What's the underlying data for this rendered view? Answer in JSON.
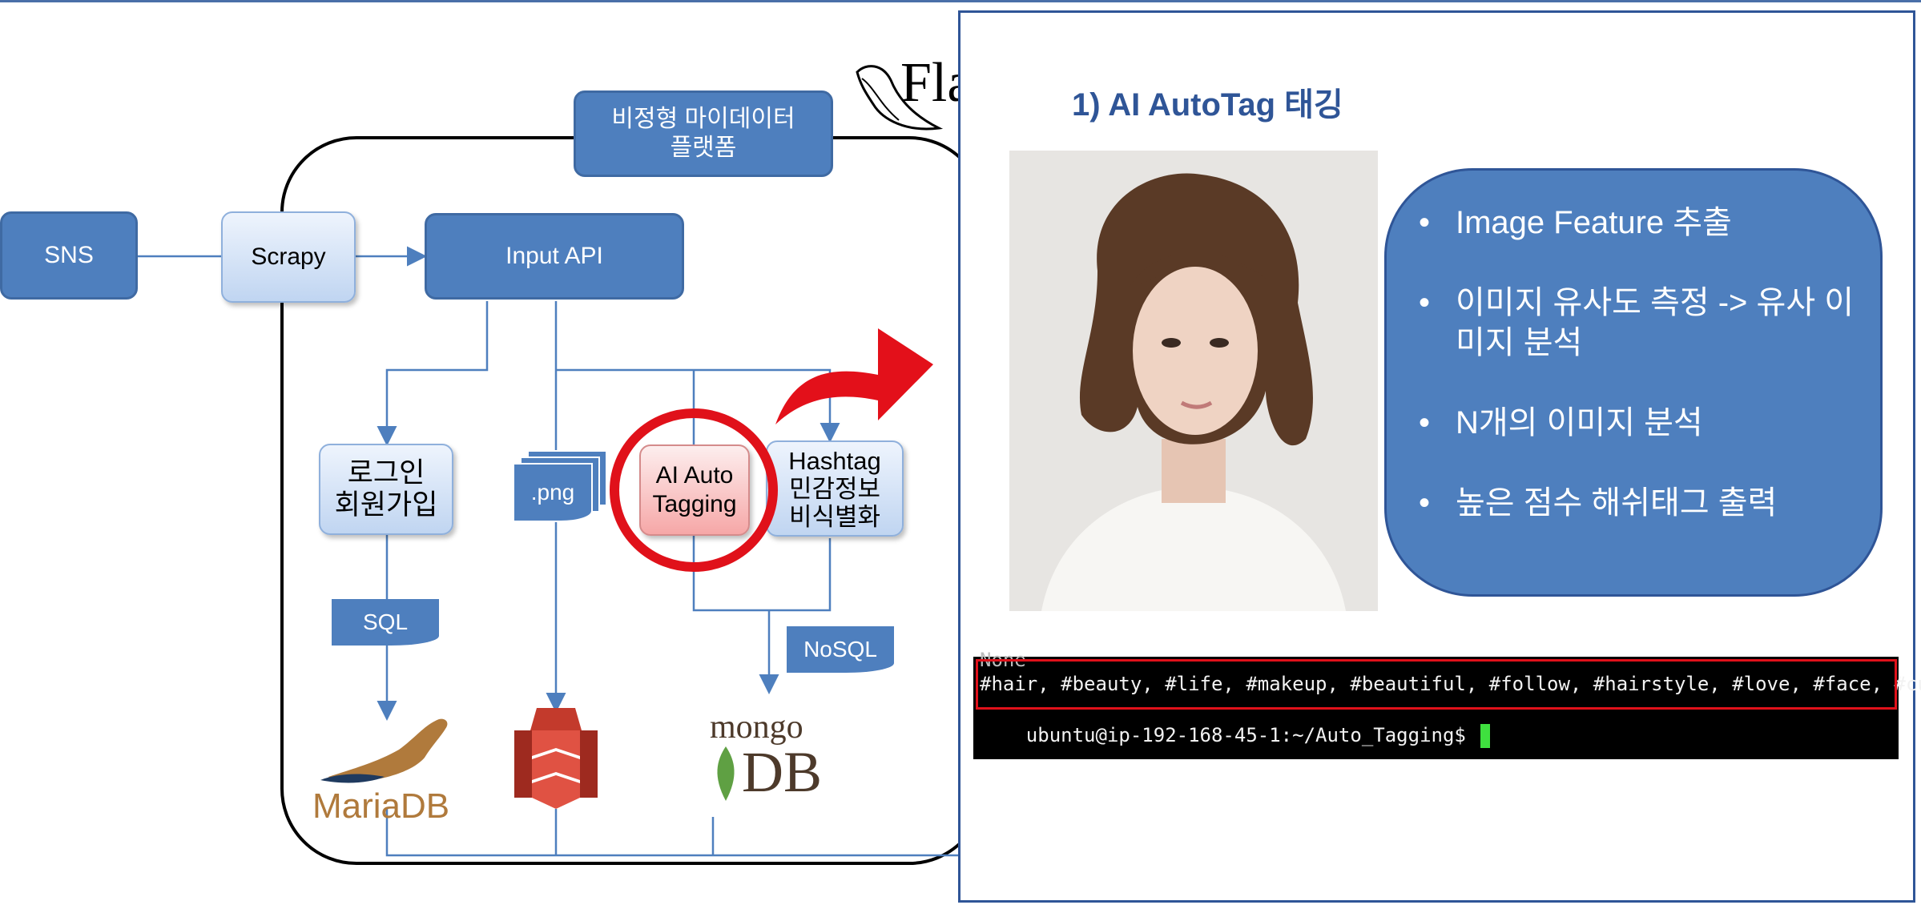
{
  "diagram": {
    "platform_label": "비정형 마이데이터\n플랫폼",
    "nodes": {
      "sns": "SNS",
      "scrapy": "Scrapy",
      "input_api": "Input API",
      "login": "로그인\n회원가입",
      "png": ".png",
      "ai_tagging": "AI Auto\nTagging",
      "hashtag": "Hashtag\n민감정보\n비식별화",
      "sql": "SQL",
      "nosql": "NoSQL"
    },
    "logos": {
      "mariadb": "MariaDB",
      "mongo_top": "mongo",
      "mongo_bottom": "DB",
      "flask": "Fla"
    }
  },
  "panel": {
    "title": "1) AI AutoTag 태깅",
    "bullets": [
      "Image Feature 추출",
      "이미지 유사도 측정 ->  유사 이미지 분석",
      "N개의 이미지  분석",
      "높은 점수 해쉬태그 출력"
    ],
    "terminal": {
      "line0": "None",
      "line1": "#hair, #beauty, #life, #makeup, #beautiful, #follow, #hairstyle, #love, #face, #cute",
      "line2": "ubuntu@ip-192-168-45-1:~/Auto_Tagging$ "
    }
  },
  "colors": {
    "box_blue": "#4e7fbe",
    "panel_border": "#2f5597",
    "highlight_red": "#e0111a",
    "mariadb_brown": "#b07a3c",
    "mongo_green": "#5fa043"
  }
}
